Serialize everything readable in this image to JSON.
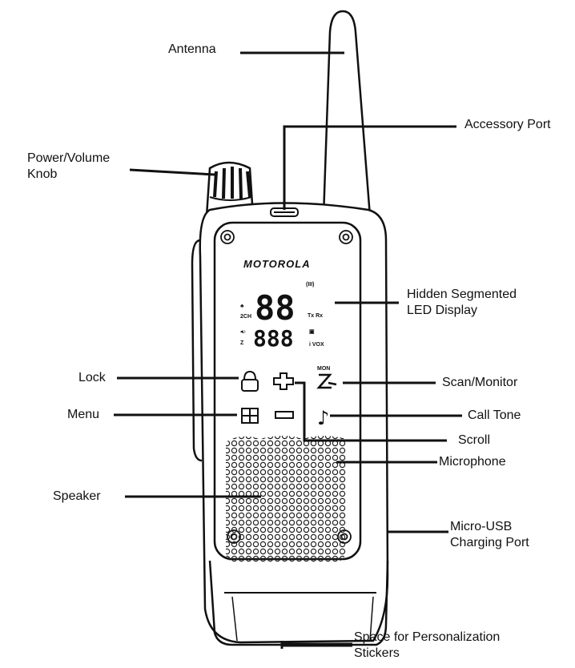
{
  "labels": {
    "antenna": "Antenna",
    "accessory_port": "Accessory Port",
    "power_volume_knob": [
      "Power/Volume",
      "Knob"
    ],
    "hidden_display": [
      "Hidden Segmented",
      "LED Display"
    ],
    "lock": "Lock",
    "scan_monitor": "Scan/Monitor",
    "menu": "Menu",
    "call_tone": "Call Tone",
    "scroll": "Scroll",
    "microphone": "Microphone",
    "speaker": "Speaker",
    "micro_usb": [
      "Micro-USB",
      "Charging Port"
    ],
    "stickers": [
      "Space for Personalization",
      "Stickers"
    ]
  },
  "device": {
    "brand": "MOTOROLA",
    "display": {
      "big_digits": "88",
      "small_digits": "888",
      "ch": "2CH",
      "tx_rx": "Tx Rx",
      "vox": "i VOX",
      "battery": "(III)",
      "mon": "MON"
    }
  }
}
